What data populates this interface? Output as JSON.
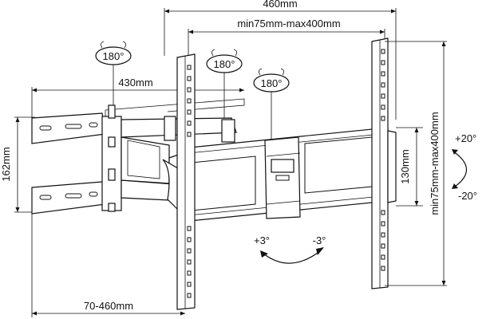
{
  "dimensions": {
    "overall_width": "460mm",
    "vesa_horizontal": "min75mm-max400mm",
    "arm_extension": "430mm",
    "bracket_height": "162mm",
    "plate_height": "130mm",
    "vesa_vertical": "min75mm-max400mm",
    "depth_range": "70-460mm"
  },
  "rotations": {
    "swivel_left": "180°",
    "swivel_middle": "180°",
    "swivel_right": "180°"
  },
  "tilt": {
    "up": "+20°",
    "down": "-20°"
  },
  "level": {
    "plus": "+3°",
    "minus": "-3°"
  }
}
